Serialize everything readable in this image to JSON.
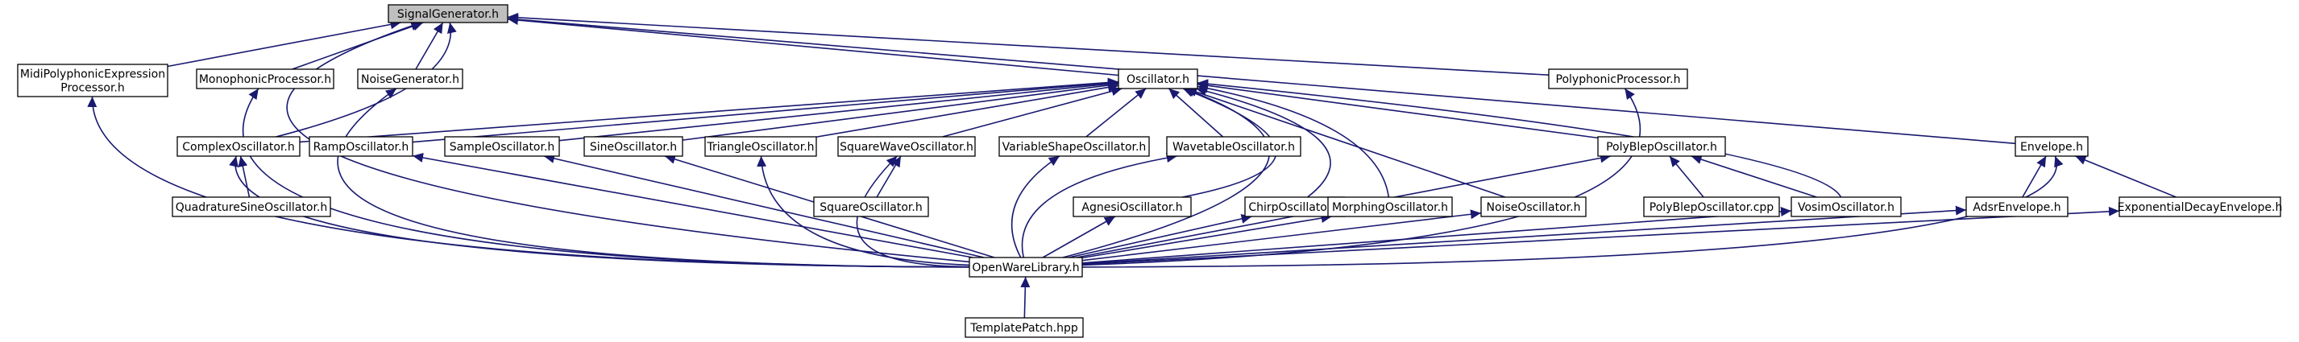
{
  "colors": {
    "edge": "#191970",
    "box_border": "#000000",
    "highlight_fill": "#bfbfbf",
    "background": "#ffffff"
  },
  "nodes": [
    {
      "id": "signalgenerator",
      "lines": [
        "SignalGenerator.h"
      ],
      "highlight": true
    },
    {
      "id": "midipoly",
      "lines": [
        "MidiPolyphonicExpression",
        "Processor.h"
      ]
    },
    {
      "id": "monophonic",
      "lines": [
        "MonophonicProcessor.h"
      ]
    },
    {
      "id": "noisegen",
      "lines": [
        "NoiseGenerator.h"
      ]
    },
    {
      "id": "oscillator",
      "lines": [
        "Oscillator.h"
      ]
    },
    {
      "id": "polyphonic",
      "lines": [
        "PolyphonicProcessor.h"
      ]
    },
    {
      "id": "envelope",
      "lines": [
        "Envelope.h"
      ]
    },
    {
      "id": "complexosc",
      "lines": [
        "ComplexOscillator.h"
      ]
    },
    {
      "id": "ramposc",
      "lines": [
        "RampOscillator.h"
      ]
    },
    {
      "id": "sampleosc",
      "lines": [
        "SampleOscillator.h"
      ]
    },
    {
      "id": "sineosc",
      "lines": [
        "SineOscillator.h"
      ]
    },
    {
      "id": "triangleosc",
      "lines": [
        "TriangleOscillator.h"
      ]
    },
    {
      "id": "squarewaveosc",
      "lines": [
        "SquareWaveOscillator.h"
      ]
    },
    {
      "id": "varshapeosc",
      "lines": [
        "VariableShapeOscillator.h"
      ]
    },
    {
      "id": "wavetableosc",
      "lines": [
        "WavetableOscillator.h"
      ]
    },
    {
      "id": "polyblep",
      "lines": [
        "PolyBlepOscillator.h"
      ]
    },
    {
      "id": "quadsine",
      "lines": [
        "QuadratureSineOscillator.h"
      ]
    },
    {
      "id": "squareosc",
      "lines": [
        "SquareOscillator.h"
      ]
    },
    {
      "id": "agnesi",
      "lines": [
        "AgnesiOscillator.h"
      ]
    },
    {
      "id": "chirp",
      "lines": [
        "ChirpOscillator.h"
      ]
    },
    {
      "id": "morphing",
      "lines": [
        "MorphingOscillator.h"
      ]
    },
    {
      "id": "noiseosc",
      "lines": [
        "NoiseOscillator.h"
      ]
    },
    {
      "id": "polyblepcpp",
      "lines": [
        "PolyBlepOscillator.cpp"
      ]
    },
    {
      "id": "vosim",
      "lines": [
        "VosimOscillator.h"
      ]
    },
    {
      "id": "adsr",
      "lines": [
        "AdsrEnvelope.h"
      ]
    },
    {
      "id": "expdecay",
      "lines": [
        "ExponentialDecayEnvelope.h"
      ]
    },
    {
      "id": "openware",
      "lines": [
        "OpenWareLibrary.h"
      ]
    },
    {
      "id": "templatepatch",
      "lines": [
        "TemplatePatch.hpp"
      ]
    }
  ]
}
